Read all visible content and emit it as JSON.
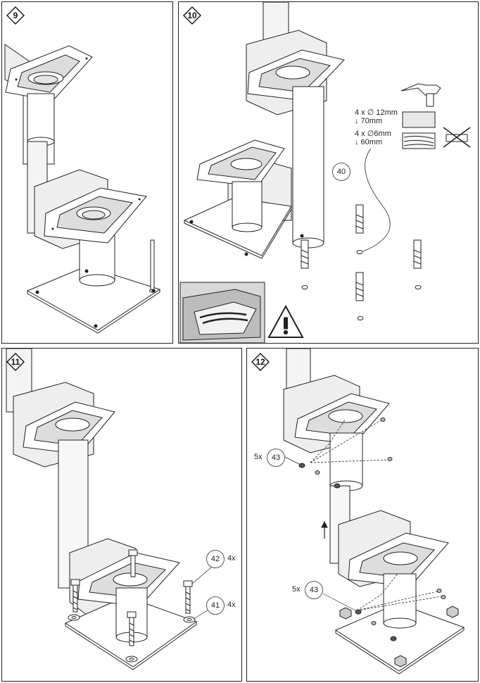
{
  "panels": [
    {
      "step": "9"
    },
    {
      "step": "10",
      "specs": [
        {
          "line1": "4 x ∅ 12mm",
          "line2": "↓ 70mm"
        },
        {
          "line1": "4 x ∅6mm",
          "line2": "↓ 60mm"
        }
      ],
      "callouts": [
        {
          "number": "40"
        }
      ]
    },
    {
      "step": "11",
      "callouts": [
        {
          "number": "42",
          "qty": "4x"
        },
        {
          "number": "41",
          "qty": "4x"
        }
      ]
    },
    {
      "step": "12",
      "callouts": [
        {
          "number": "43",
          "qty": "5x"
        },
        {
          "number": "43",
          "qty": "5x"
        }
      ]
    }
  ],
  "colors": {
    "line": "#222222",
    "fill": "#ffffff",
    "shade": "#9a9a9a",
    "dark": "#555555"
  }
}
